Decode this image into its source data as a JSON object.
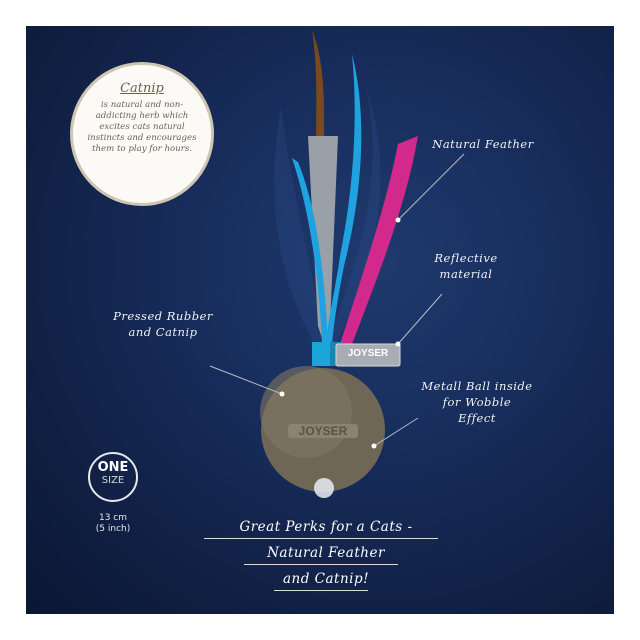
{
  "catnip": {
    "title": "Catnip",
    "body": "is natural and non-addicting herb which excites cats natural instincts and encourages them to play for hours."
  },
  "labels": {
    "natural_feather": "Natural Feather",
    "reflective_line1": "Reflective",
    "reflective_line2": "material",
    "pressed_line1": "Pressed Rubber",
    "pressed_line2": "and Catnip",
    "metal_line1": "Metall Ball inside",
    "metal_line2": "for Wobble",
    "metal_line3": "Effect"
  },
  "brand": {
    "tag_text": "JOYSER",
    "ball_text": "JOYSER"
  },
  "size": {
    "top": "ONE",
    "bottom": "SIZE",
    "cm": "13 cm",
    "inch": "(5 inch)"
  },
  "perks": {
    "line1": "Great Perks for a Cats -",
    "line2": "Natural Feather",
    "line3": "and Catnip!"
  },
  "colors": {
    "background": "#172c5a",
    "feather_brown": "#7a4a1e",
    "feather_blue": "#1fa3e0",
    "feather_pink": "#d12a8c",
    "feather_gray": "#9aa0a8",
    "ball": "#6f6656"
  }
}
